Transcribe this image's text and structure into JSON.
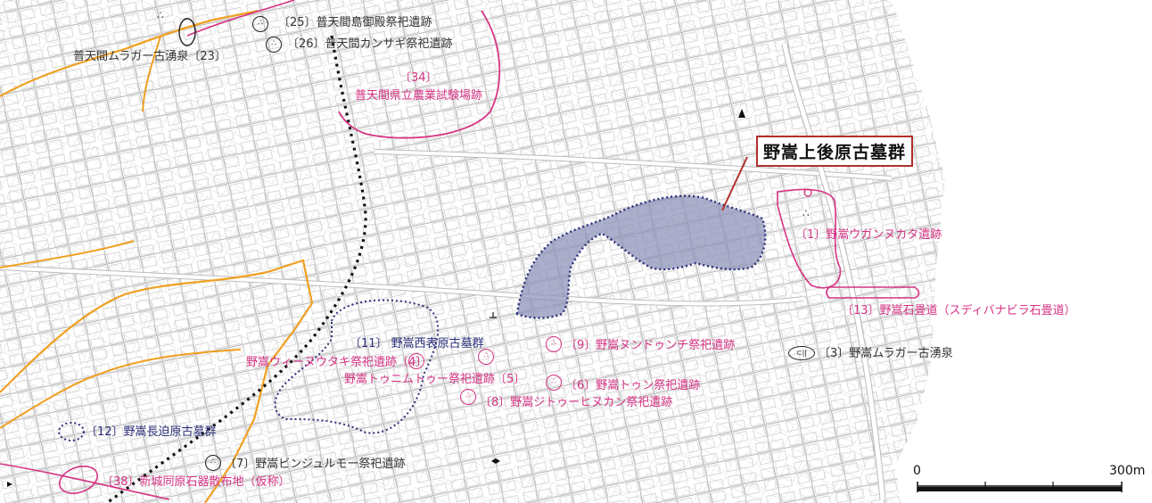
{
  "highlight": {
    "name": "野嵩上後原古墓群",
    "fill_color": "#8c90b8",
    "border_color": "#b0302c"
  },
  "sites": [
    {
      "id": "s25",
      "text": "〔25〕普天間島御殿祭祀遺跡",
      "color": "#333333"
    },
    {
      "id": "s26",
      "text": "〔26〕普天間カンサギ祭祀遺跡",
      "color": "#333333"
    },
    {
      "id": "s23",
      "text": "普天間ムラガー古湧泉〔23〕",
      "color": "#333333"
    },
    {
      "id": "s34a",
      "text": "〔34〕",
      "color": "#d63384"
    },
    {
      "id": "s34b",
      "text": "普天間県立農業試験場跡",
      "color": "#d63384"
    },
    {
      "id": "s1",
      "text": "〔1〕野嵩ウガンヌカタ遺跡",
      "color": "#d63384"
    },
    {
      "id": "s13",
      "text": "〔13〕野嵩石畳道（スディバナビラ石畳道）",
      "color": "#d63384"
    },
    {
      "id": "s3",
      "text": "〔3〕野嵩ムラガー古湧泉",
      "color": "#333333"
    },
    {
      "id": "s11",
      "text": "〔11〕 野嵩西表原古墓群",
      "color": "#2b2f7a"
    },
    {
      "id": "s4",
      "text": "野嵩ウィーヌウタキ祭祀遺跡〔4〕",
      "color": "#d63384"
    },
    {
      "id": "s5",
      "text": "野嵩トゥニムトゥー祭祀遺跡〔5〕",
      "color": "#d63384"
    },
    {
      "id": "s9",
      "text": "〔9〕野嵩ヌンドゥンチ祭祀遺跡",
      "color": "#d63384"
    },
    {
      "id": "s6",
      "text": "〔6〕野嵩トゥン祭祀遺跡",
      "color": "#d63384"
    },
    {
      "id": "s8",
      "text": "〔8〕野嵩ジトゥーヒヌカン祭祀遺跡",
      "color": "#d63384"
    },
    {
      "id": "s12",
      "text": "〔12〕野嵩長迫原古墓群",
      "color": "#2b2f7a"
    },
    {
      "id": "s7",
      "text": "〔7〕野嵩ビンジュルモー祭祀遺跡",
      "color": "#333333"
    },
    {
      "id": "s38",
      "text": "〔38〕新城同原石器散布地（仮称）",
      "color": "#d63384"
    }
  ],
  "scale_bar": {
    "start_label": "0",
    "end_label": "300m"
  },
  "icons": [
    {
      "id": "worship",
      "name": "worship-site-icon",
      "glyph": "∴"
    },
    {
      "id": "spring",
      "name": "spring-icon",
      "glyph": "⊂||"
    }
  ],
  "colors": {
    "boundary_orange": "#f0a020",
    "boundary_pink": "#d63384",
    "boundary_navy": "#2b2f7a",
    "railway_black": "#111111"
  }
}
